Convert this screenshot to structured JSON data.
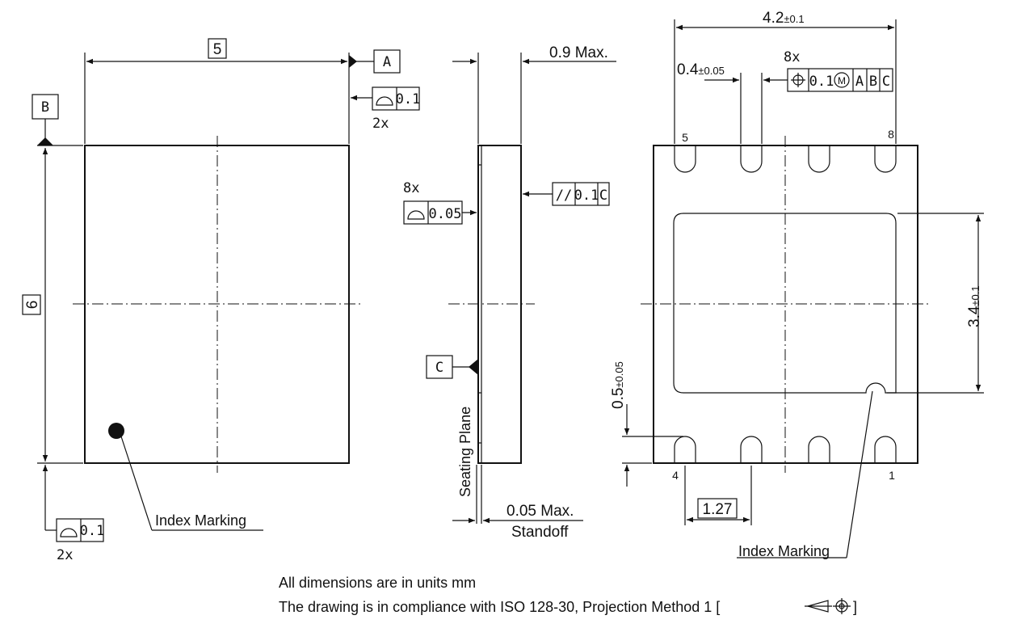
{
  "dimensions": {
    "width_5": "5",
    "height_6": "6",
    "max_height": "0.9 Max.",
    "total_width": "4.2",
    "total_width_tol": "±0.1",
    "lead_width": "0.4",
    "lead_width_tol": "±0.05",
    "pad_height": "3.4",
    "pad_height_tol": "±0.1",
    "lead_length": "0.5",
    "lead_length_tol": "±0.05",
    "pitch": "1.27",
    "standoff_value": "0.05 Max.",
    "standoff_label": "Standoff"
  },
  "datums": {
    "a": "A",
    "b": "B",
    "c": "C"
  },
  "tolerance_frames": {
    "top_profile_value": "0.1",
    "top_profile_count": "2x",
    "bottom_profile_value": "0.1",
    "bottom_profile_count": "2x",
    "side_profile_count": "8x",
    "side_profile_value": "0.05",
    "parallel_symbol": "//",
    "parallel_value": "0.1",
    "parallel_ref": "C",
    "position_count": "8x",
    "position_value": "0.1",
    "position_modifier": "M",
    "position_ref_a": "A",
    "position_ref_b": "B",
    "position_ref_c": "C"
  },
  "labels": {
    "index_marking_left": "Index Marking",
    "index_marking_right": "Index Marking",
    "seating_plane": "Seating Plane"
  },
  "pins": {
    "p5": "5",
    "p8": "8",
    "p4": "4",
    "p1": "1"
  },
  "notes": {
    "line1": "All dimensions are in units mm",
    "line2": "The drawing is in compliance with ISO 128-30, Projection Method 1 [",
    "line2_end": "]"
  }
}
